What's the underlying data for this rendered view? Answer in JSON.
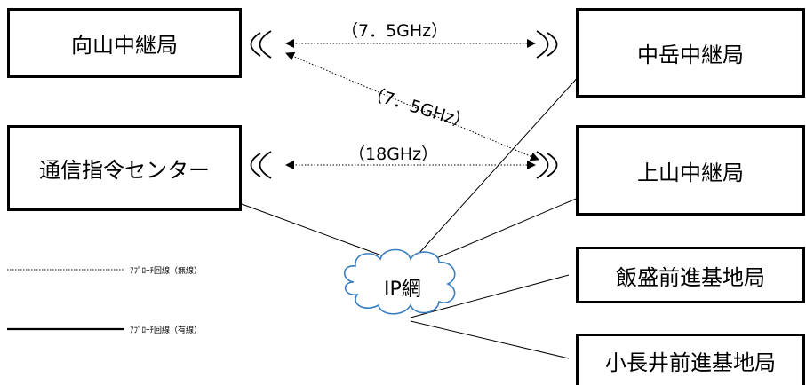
{
  "nodes": {
    "mukaiyama": "向山中継局",
    "nakadake": "中岳中継局",
    "center": "通信指令センター",
    "kamiyama": "上山中継局",
    "iimori": "飯盛前進基地局",
    "konagai": "小長井前進基地局"
  },
  "network": {
    "label": "IP網"
  },
  "links": {
    "mukaiyama_nakadake": "（7．5GHz）",
    "mukaiyama_kamiyama": "（7．5GHz）",
    "center_kamiyama": "（18GHz）"
  },
  "legend": {
    "wireless": "ｱﾌﾟﾛｰﾁ回線（無線）",
    "wired": "ｱﾌﾟﾛｰﾁ回線（有線）"
  }
}
